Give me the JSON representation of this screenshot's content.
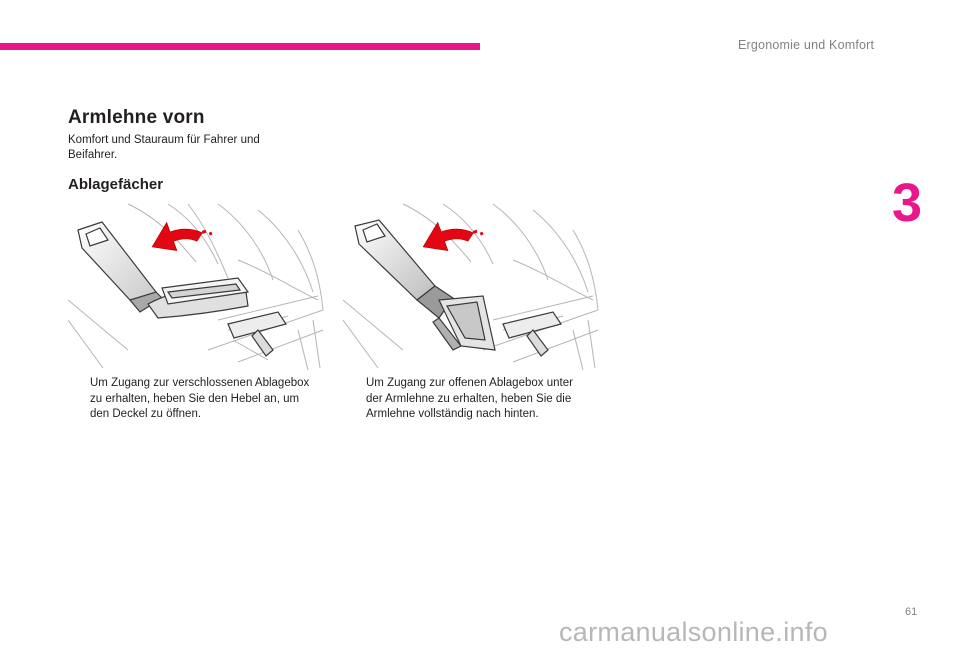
{
  "header": {
    "section_title": "Ergonomie und Komfort",
    "chapter_number": "3",
    "accent_color": "#e9168c"
  },
  "main": {
    "title": "Armlehne vorn",
    "intro": "Komfort und Stauraum für Fahrer und Beifahrer.",
    "section_title": "Ablagefächer",
    "instructions": [
      {
        "bullet": "",
        "text": "Um Zugang zur verschlossenen Ablagebox zu erhalten, heben Sie den Hebel an, um den Deckel zu öffnen."
      },
      {
        "bullet": "",
        "text": "Um Zugang zur offenen Ablagebox unter der Armlehne zu erhalten, heben Sie die Armlehne vollständig nach hinten."
      }
    ],
    "figures": [
      {
        "icon": "armrest-lid-open-illustration"
      },
      {
        "icon": "armrest-raised-illustration"
      }
    ]
  },
  "footer": {
    "page_number": "61",
    "watermark": "carmanualsonline.info"
  }
}
